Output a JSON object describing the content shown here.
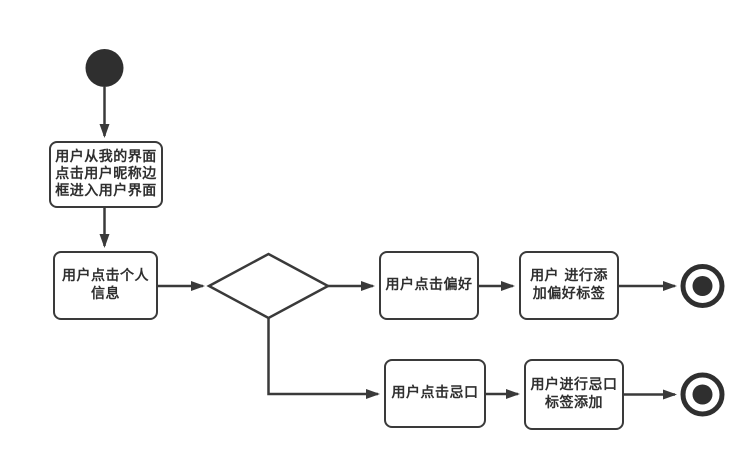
{
  "diagram": {
    "type": "activity-flowchart",
    "background_color": "#ffffff",
    "stroke_color": "#3a3a3a",
    "text_color": "#2f2f2f",
    "nodes": {
      "start": {
        "type": "initial-node"
      },
      "step1": {
        "type": "activity",
        "label": "用户从我的界面\n点击用户昵称边\n框进入用户界面"
      },
      "step2": {
        "type": "activity",
        "label": "用户点击个人\n信息"
      },
      "decision": {
        "type": "decision",
        "label": ""
      },
      "step3": {
        "type": "activity",
        "label": "用户点击偏好"
      },
      "step4": {
        "type": "activity",
        "label": "用户 进行添\n加偏好标签"
      },
      "step5": {
        "type": "activity",
        "label": "用户点击忌口"
      },
      "step6": {
        "type": "activity",
        "label": "用户进行忌口\n标签添加"
      },
      "end1": {
        "type": "final-node"
      },
      "end2": {
        "type": "final-node"
      }
    },
    "edges": [
      {
        "from": "start",
        "to": "step1"
      },
      {
        "from": "step1",
        "to": "step2"
      },
      {
        "from": "step2",
        "to": "decision"
      },
      {
        "from": "decision",
        "to": "step3"
      },
      {
        "from": "step3",
        "to": "step4"
      },
      {
        "from": "step4",
        "to": "end1"
      },
      {
        "from": "decision",
        "to": "step5"
      },
      {
        "from": "step5",
        "to": "step6"
      },
      {
        "from": "step6",
        "to": "end2"
      }
    ]
  }
}
